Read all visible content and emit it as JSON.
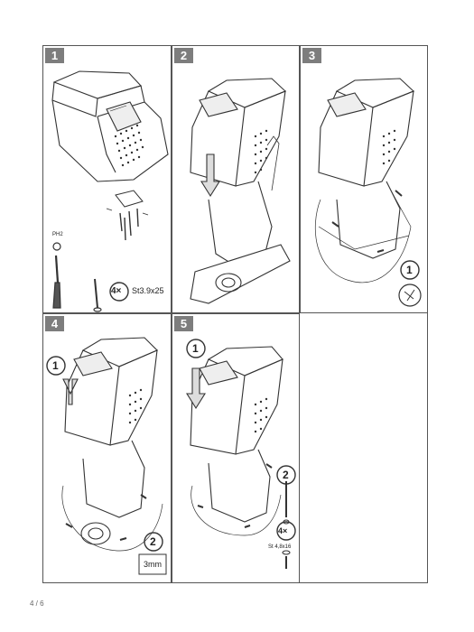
{
  "panels": [
    {
      "number": "1"
    },
    {
      "number": "2"
    },
    {
      "number": "3",
      "step_marker": "1"
    },
    {
      "number": "4",
      "step_marker_top": "1",
      "step_marker_bottom": "2",
      "drill_label": "3mm"
    },
    {
      "number": "5",
      "step_marker_top": "1",
      "step_marker_mid": "2",
      "screw_count": "4×",
      "screw_spec": "St 4,8x16"
    }
  ],
  "panel1": {
    "tool_label": "PH2",
    "screw_count": "4×",
    "screw_spec": "St3.9x25"
  },
  "footer": {
    "page_number": "4 / 6"
  }
}
